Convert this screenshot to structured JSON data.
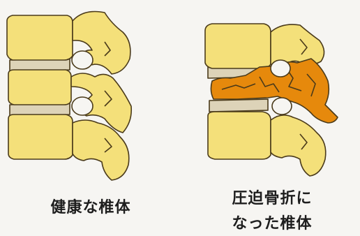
{
  "labels": {
    "healthy": "健康な椎体",
    "fractured_line1": "圧迫骨折に",
    "fractured_line2": "なった椎体"
  },
  "colors": {
    "background": "#f6f5f2",
    "bone_fill": "#f4e07a",
    "bone_outline": "#4a3a1a",
    "disc_fill": "#ddd3b8",
    "fracture_fill": "#e6890c"
  }
}
